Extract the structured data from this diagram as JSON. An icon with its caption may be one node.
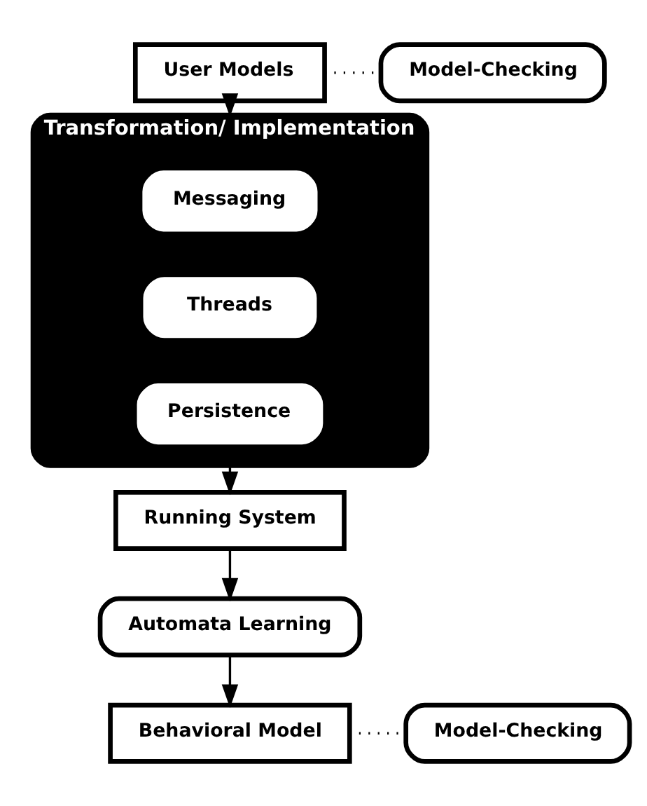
{
  "diagram": {
    "nodes": [
      {
        "text": [
          "User Models"
        ]
      },
      {
        "text": [
          "Model-Checking"
        ]
      },
      {
        "text": [
          "Transformation/ Implementation"
        ]
      },
      {
        "text": [
          "Messaging"
        ],
        "in": 2
      },
      {
        "text": [
          "Threads"
        ],
        "in": 2
      },
      {
        "text": [
          "Persistence"
        ],
        "in": 2
      },
      {
        "text": [
          "Running System"
        ]
      },
      {
        "text": [
          "Automata Learning"
        ]
      },
      {
        "text": [
          "Behavioral Model"
        ]
      },
      {
        "text": [
          "Model-Checking"
        ]
      }
    ],
    "edges": [
      {
        "from": 0,
        "to": 1,
        "arrow": "none",
        "style": "dashed"
      },
      {
        "from": 0,
        "to": 2,
        "arrow": "to"
      },
      {
        "from": 2,
        "to": 6,
        "arrow": "to"
      },
      {
        "from": 6,
        "to": 7,
        "arrow": "to"
      },
      {
        "from": 7,
        "to": 8,
        "arrow": "to"
      },
      {
        "from": 8,
        "to": 9,
        "arrow": "none",
        "style": "dashed"
      }
    ]
  }
}
